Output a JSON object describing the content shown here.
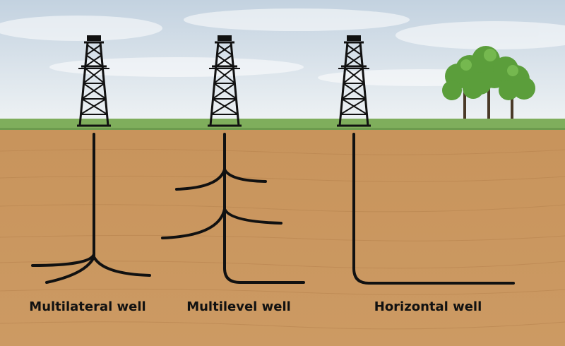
{
  "labels": {
    "multilateral": "Multilateral well",
    "multilevel": "Multilevel well",
    "horizontal": "Horizontal well"
  },
  "colors": {
    "sky_top": "#c9d6e2",
    "sky_bottom": "#e9eef2",
    "grass": "#7fae5c",
    "soil": "#c8955e",
    "soil_dark": "#bd8a54",
    "well": "#111111",
    "tree_leaf": "#5b9e3b",
    "tree_trunk": "#4a3a28"
  }
}
